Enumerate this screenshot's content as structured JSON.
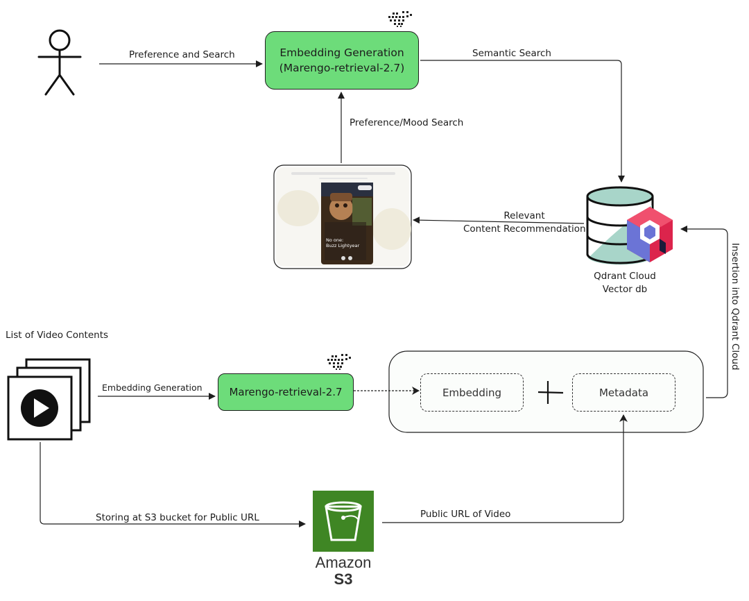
{
  "user_to_embedding_label": "Preference and Search",
  "embedding_gen_top": {
    "line1": "Embedding Generation",
    "line2": "(Marengo-retrieval-2.7)"
  },
  "semantic_search_label": "Semantic Search",
  "pref_mood_label": "Preference/Mood Search",
  "recommendation_label": {
    "line1": "Relevant",
    "line2": "Content Recommendation"
  },
  "qdrant": {
    "line1": "Qdrant Cloud",
    "line2": "Vector db"
  },
  "insertion_label": "Insertion into Qdrant Cloud",
  "video_list_label": "List of Video Contents",
  "embedding_gen_label": "Embedding Generation",
  "marengo_box": "Marengo-retrieval-2.7",
  "embedding_box": "Embedding",
  "metadata_box": "Metadata",
  "s3_store_label": "Storing at S3 bucket for Public URL",
  "public_url_label": "Public URL of Video",
  "s3": {
    "line1": "Amazon",
    "line2": "S3"
  },
  "screenshot_overlay": {
    "line1": "No one:",
    "line2": "Buzz Lightyear"
  },
  "colors": {
    "green": "#6ddc7a",
    "s3_green": "#3f8624",
    "qdrant_pink": "#dc244c",
    "qdrant_blue": "#6b74d6",
    "db_teal": "#a8d5c9"
  }
}
